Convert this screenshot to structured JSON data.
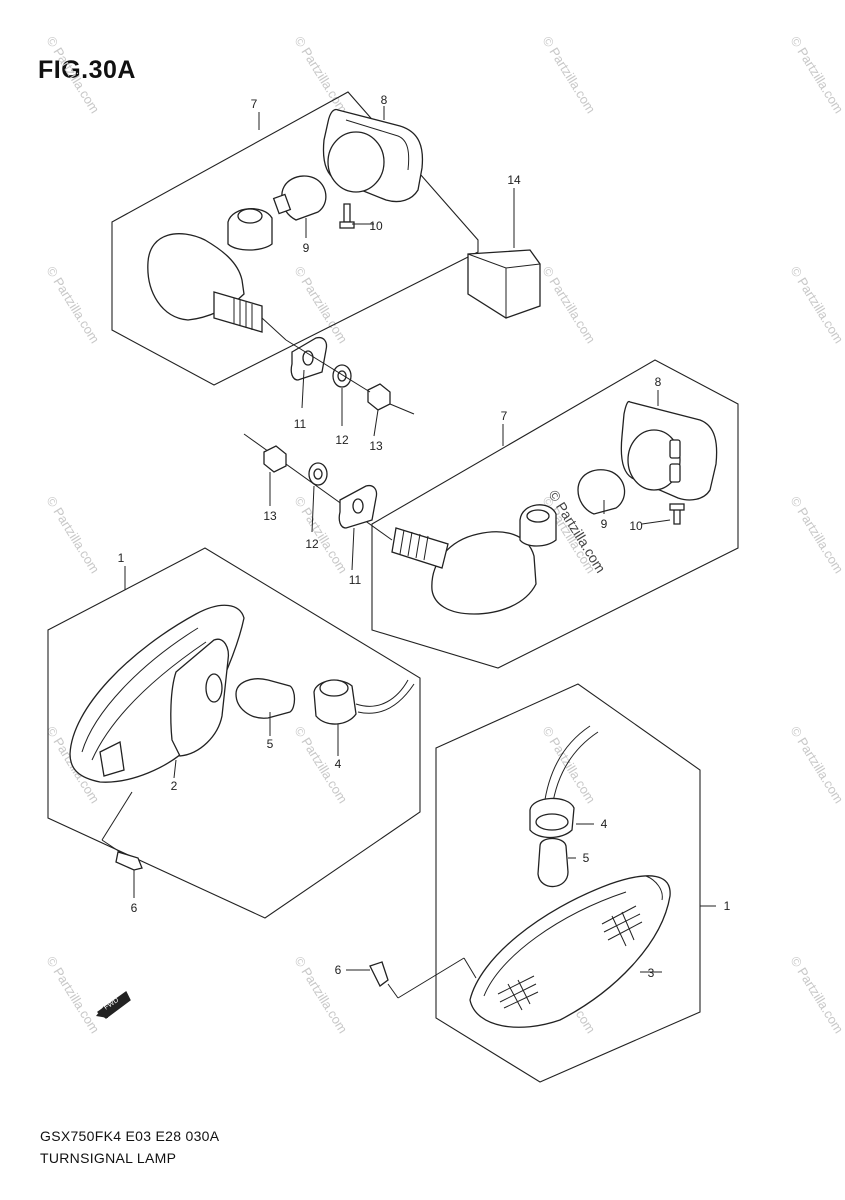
{
  "figure": {
    "title": "FIG.30A",
    "code": "GSX750FK4 E03 E28 030A",
    "name": "TURNSIGNAL LAMP"
  },
  "callouts": [
    "1",
    "2",
    "3",
    "4",
    "5",
    "6",
    "7",
    "8",
    "9",
    "10",
    "11",
    "12",
    "13",
    "14"
  ],
  "watermark": {
    "text": "© Partzilla.com",
    "color": "#c8c8c8"
  },
  "direction_marker": "FWD"
}
